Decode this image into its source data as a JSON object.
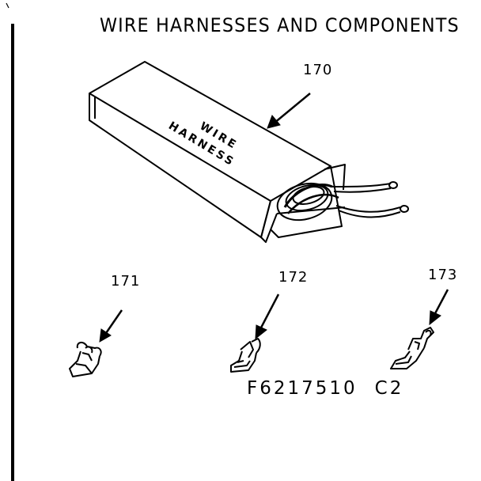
{
  "title": "WIRE HARNESSES AND COMPONENTS",
  "callouts": {
    "c170": "170",
    "c171": "171",
    "c172": "172",
    "c173": "173"
  },
  "box_label": {
    "line1": "WIRE",
    "line2": "HARNESS"
  },
  "part_code": {
    "number": "F6217510",
    "suffix": "C2"
  }
}
